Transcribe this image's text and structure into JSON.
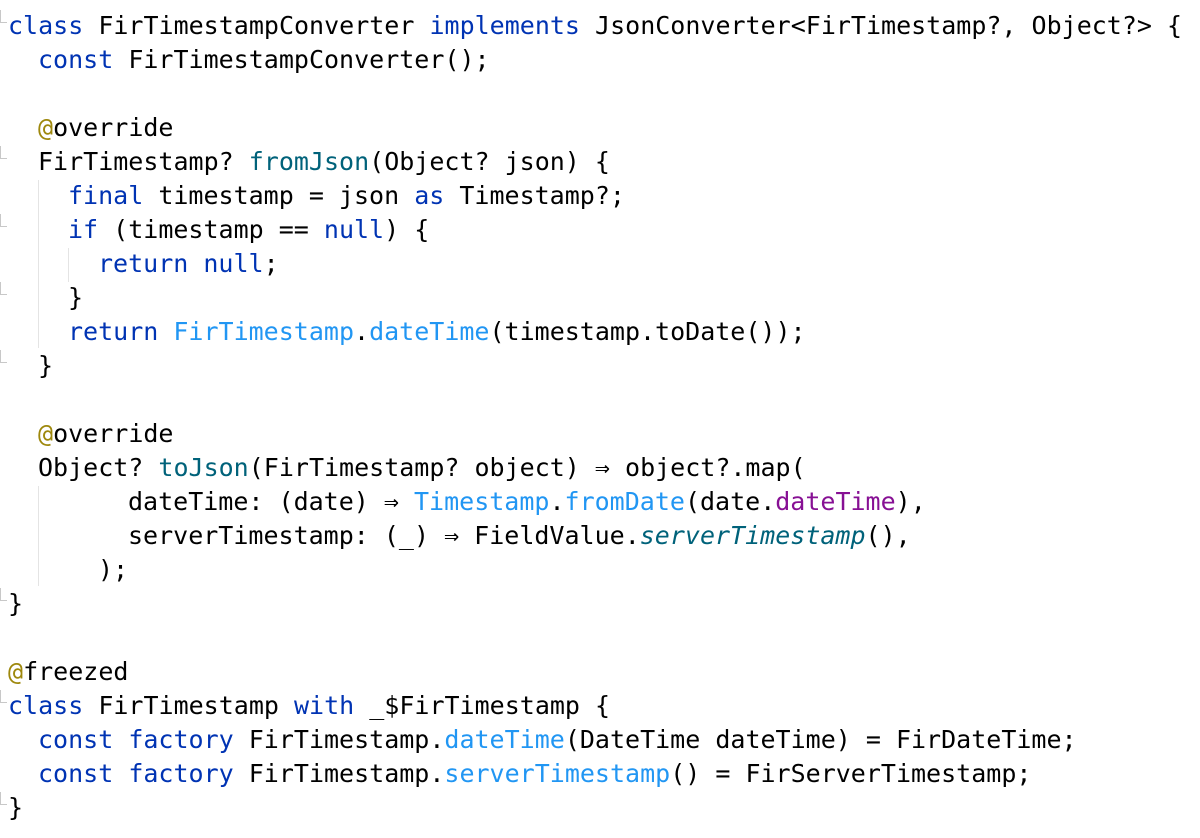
{
  "code": {
    "l1": {
      "kw_class": "class",
      "name": "FirTimestampConverter",
      "kw_impl": "implements",
      "rest": "JsonConverter<FirTimestamp?, Object?> {"
    },
    "l2": {
      "kw_const": "const",
      "rest": "FirTimestampConverter();"
    },
    "l4": {
      "ann_at": "@",
      "ann": "override"
    },
    "l5": {
      "type": "FirTimestamp? ",
      "fn": "fromJson",
      "rest": "(Object? json) {"
    },
    "l6": {
      "kw_final": "final",
      "mid": " timestamp = json ",
      "kw_as": "as",
      "rest": " Timestamp?;"
    },
    "l7": {
      "kw_if": "if",
      "mid": " (timestamp ",
      "op": "==",
      "sp": " ",
      "kw_null": "null",
      "rest": ") {"
    },
    "l8": {
      "kw_return": "return",
      "sp": " ",
      "kw_null": "null",
      "rest": ";"
    },
    "l9": {
      "rest": "}"
    },
    "l10": {
      "kw_return": "return",
      "sp": " ",
      "cls": "FirTimestamp",
      "dot": ".",
      "fn": "dateTime",
      "rest": "(timestamp.toDate());"
    },
    "l11": {
      "rest": "}"
    },
    "l13": {
      "ann_at": "@",
      "ann": "override"
    },
    "l14": {
      "type": "Object? ",
      "fn": "toJson",
      "rest": "(FirTimestamp? object) ⇒ object?.map("
    },
    "l15": {
      "pre": "dateTime: (date) ⇒ ",
      "cls": "Timestamp",
      "dot": ".",
      "fn": "fromDate",
      "mid": "(date.",
      "fld": "dateTime",
      "rest": "),"
    },
    "l16": {
      "pre": "serverTimestamp: (_) ⇒ FieldValue.",
      "it": "serverTimestamp",
      "rest": "(),"
    },
    "l17": {
      "rest": ");"
    },
    "l18": {
      "rest": "}"
    },
    "l20": {
      "ann_at": "@",
      "ann": "freezed"
    },
    "l21": {
      "kw_class": "class",
      "name": " FirTimestamp ",
      "kw_with": "with",
      "rest": " _$FirTimestamp {"
    },
    "l22": {
      "kw_const": "const",
      "sp": " ",
      "kw_factory": "factory",
      "pre": " FirTimestamp.",
      "fn": "dateTime",
      "rest": "(DateTime dateTime) = FirDateTime;"
    },
    "l23": {
      "kw_const": "const",
      "sp": " ",
      "kw_factory": "factory",
      "pre": " FirTimestamp.",
      "fn": "serverTimestamp",
      "rest": "() = FirServerTimestamp;"
    },
    "l24": {
      "rest": "}"
    }
  }
}
